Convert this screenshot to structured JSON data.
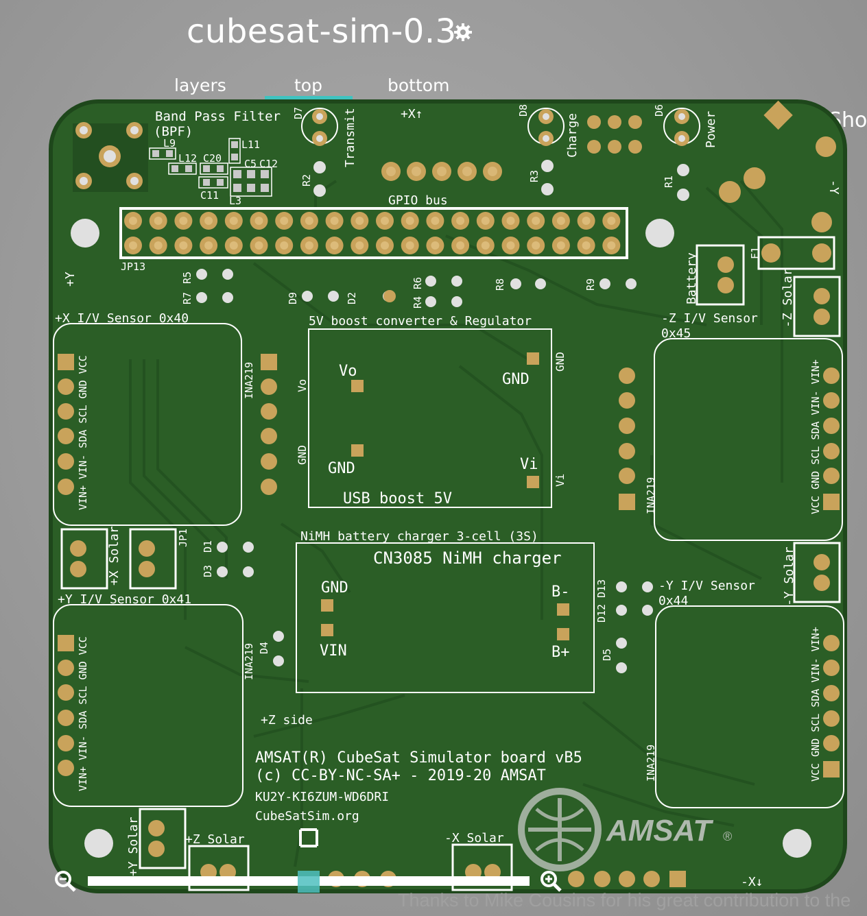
{
  "header": {
    "title": "cubesat-sim-0.3",
    "settings_icon": "gear-icon"
  },
  "tabs": [
    {
      "label": "layers",
      "active": false
    },
    {
      "label": "top",
      "active": true
    },
    {
      "label": "bottom",
      "active": false
    }
  ],
  "side_button": {
    "label": "Sho"
  },
  "board": {
    "labels": {
      "bpf": "Band Pass Filter",
      "bpf2": "(BPF)",
      "l9": "L9",
      "l11": "L11",
      "l12": "L12",
      "c20": "C20",
      "c5": "C5",
      "c12": "C12",
      "c11": "C11",
      "l3": "L3",
      "d7": "D7",
      "transmit": "Transmit",
      "xplus_top": "+X↑",
      "d8": "D8",
      "charge": "Charge",
      "d6": "D6",
      "power": "Power",
      "r2": "R2",
      "r3": "R3",
      "r1": "R1",
      "gpio": "GPIO bus",
      "ym": "-Y",
      "jp13": "JP13",
      "yplus_left": "+Y",
      "r5": "R5",
      "r7": "R7",
      "d9": "D9",
      "d2": "D2",
      "r6": "R6",
      "r4": "R4",
      "r8": "R8",
      "r9": "R9",
      "battery": "Battery",
      "f1": "F1",
      "zm_solar": "-Z Solar",
      "xp_sensor": "+X I/V Sensor 0x40",
      "boost_title": "5V boost converter & Regulator",
      "zm_sensor": "-Z I/V Sensor",
      "zm_addr": "0x45",
      "vo": "Vo",
      "gnd": "GND",
      "vi": "Vi",
      "usb_boost": "USB boost 5V",
      "ina219": "INA219",
      "pins_left": "VIN+ VIN- SDA SCL GND VCC",
      "pins_right": "VCC GND SCL SDA VIN- VIN+",
      "xp_solar": "+X Solar",
      "jp1": "JP1",
      "d1": "D1",
      "d3": "D3",
      "charger_title": "NiMH battery charger 3-cell (3S)",
      "charger_name": "CN3085 NiMH charger",
      "bminus": "B-",
      "bplus": "B+",
      "vin": "VIN",
      "ym_solar": "-Y Solar",
      "ym_sensor": "-Y I/V Sensor",
      "ym_addr": "0x44",
      "d12": "D12",
      "d13": "D13",
      "d5": "D5",
      "d4": "D4",
      "yp_sensor": "+Y I/V Sensor 0x41",
      "zp_side": "+Z side",
      "amsat1": "AMSAT(R) CubeSat Simulator board vB5",
      "amsat2": "(c) CC-BY-NC-SA+ - 2019-20 AMSAT",
      "calls": "KU2Y-KI6ZUM-WD6DRI",
      "site": "CubeSatSim.org",
      "yp_solar": "+Y Solar",
      "zp_solar": "+Z Solar",
      "xm_solar": "-X Solar",
      "xm_bottom": "-X↓",
      "logo": "AMSAT",
      "logo_reg": "®"
    },
    "colors": {
      "pcb": "#2b5e26",
      "pcb_edge": "#224d1f",
      "pad": "#c9a35b",
      "silk": "#ffffff",
      "mount": "#d8d8d8"
    }
  },
  "zoom": {
    "out_icon": "zoom-out-icon",
    "in_icon": "zoom-in-icon",
    "level": 0.48
  },
  "footer": {
    "credit": "Thanks to Mike Cousins for his great contribution to the"
  }
}
